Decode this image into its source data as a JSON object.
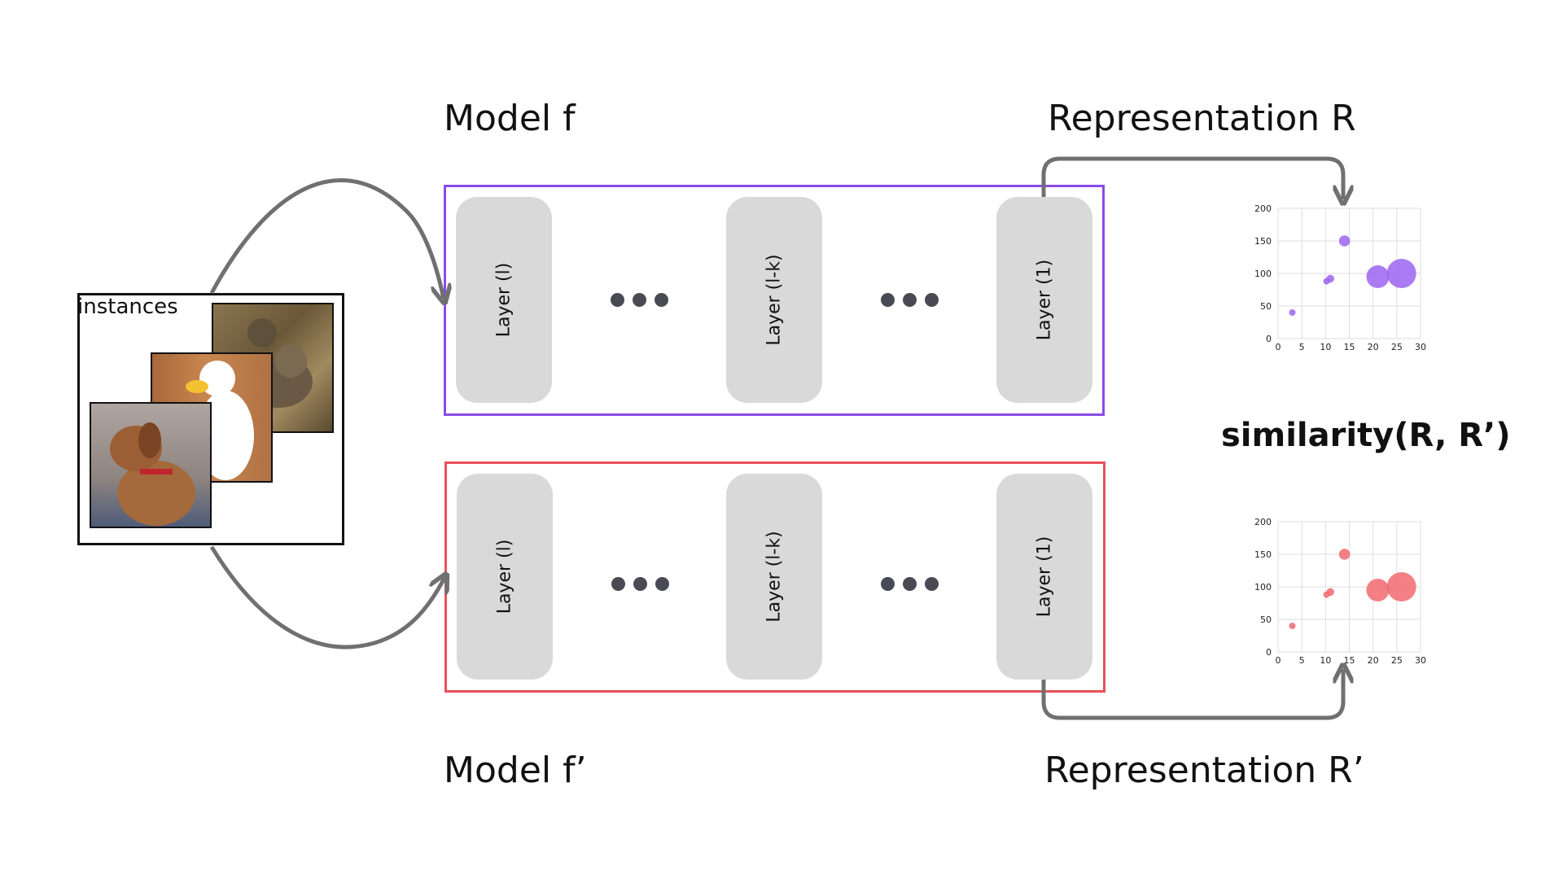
{
  "labels": {
    "model_f": "Model f",
    "model_f_prime": "Model f’",
    "rep_r": "Representation R",
    "rep_r_prime": "Representation R’",
    "similarity": "similarity(R, R’)",
    "instances": "instances"
  },
  "model_f": {
    "color": "#8a4be8",
    "layers": [
      "Layer (l)",
      "Layer (l-k)",
      "Layer (1)"
    ]
  },
  "model_f_prime": {
    "color": "#e8505b",
    "layers": [
      "Layer (l)",
      "Layer (l-k)",
      "Layer (1)"
    ]
  },
  "chart_data": [
    {
      "type": "scatter",
      "color": "#9b64f0",
      "xticks": [
        0,
        5,
        10,
        15,
        20,
        25,
        30
      ],
      "yticks": [
        0,
        50,
        100,
        150,
        200
      ],
      "xlim": [
        0,
        30
      ],
      "ylim": [
        0,
        200
      ],
      "points": [
        {
          "x": 3,
          "y": 40,
          "size": 1
        },
        {
          "x": 10.2,
          "y": 88,
          "size": 1
        },
        {
          "x": 11,
          "y": 92,
          "size": 1.2
        },
        {
          "x": 14,
          "y": 150,
          "size": 1.7
        },
        {
          "x": 21,
          "y": 95,
          "size": 3.5
        },
        {
          "x": 26,
          "y": 100,
          "size": 4.5
        }
      ]
    },
    {
      "type": "scatter",
      "color": "#f06a70",
      "xticks": [
        0,
        5,
        10,
        15,
        20,
        25,
        30
      ],
      "yticks": [
        0,
        50,
        100,
        150,
        200
      ],
      "xlim": [
        0,
        30
      ],
      "ylim": [
        0,
        200
      ],
      "points": [
        {
          "x": 3,
          "y": 40,
          "size": 1
        },
        {
          "x": 10.2,
          "y": 88,
          "size": 1
        },
        {
          "x": 11,
          "y": 92,
          "size": 1.2
        },
        {
          "x": 14,
          "y": 150,
          "size": 1.7
        },
        {
          "x": 21,
          "y": 95,
          "size": 3.5
        },
        {
          "x": 26,
          "y": 100,
          "size": 4.5
        }
      ]
    }
  ]
}
